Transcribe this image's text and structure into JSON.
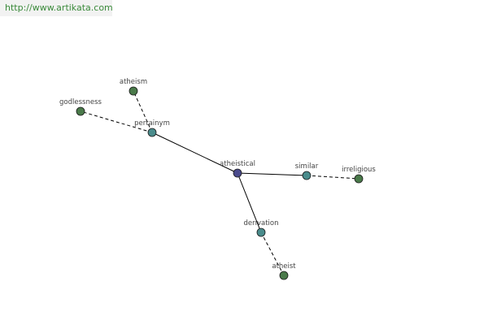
{
  "watermark": {
    "text": "http://www.artikata.com"
  },
  "colors": {
    "root": "#4a4a8c",
    "relation": "#4a8c8c",
    "leaf": "#4a7a4a",
    "edge": "#000000",
    "label": "#444444"
  },
  "graph": {
    "nodes": [
      {
        "id": "atheistical",
        "label": "atheistical",
        "kind": "root"
      },
      {
        "id": "pertainym",
        "label": "pertainym",
        "kind": "relation"
      },
      {
        "id": "similar",
        "label": "similar",
        "kind": "relation"
      },
      {
        "id": "derivation",
        "label": "derivation",
        "kind": "relation"
      },
      {
        "id": "atheism",
        "label": "atheism",
        "kind": "leaf"
      },
      {
        "id": "godlessness",
        "label": "godlessness",
        "kind": "leaf"
      },
      {
        "id": "irreligious",
        "label": "irreligious",
        "kind": "leaf"
      },
      {
        "id": "atheist",
        "label": "atheist",
        "kind": "leaf"
      }
    ],
    "edges": [
      {
        "from": "atheistical",
        "to": "pertainym",
        "style": "solid"
      },
      {
        "from": "atheistical",
        "to": "similar",
        "style": "solid"
      },
      {
        "from": "atheistical",
        "to": "derivation",
        "style": "solid"
      },
      {
        "from": "pertainym",
        "to": "atheism",
        "style": "dashed"
      },
      {
        "from": "pertainym",
        "to": "godlessness",
        "style": "dashed"
      },
      {
        "from": "similar",
        "to": "irreligious",
        "style": "dashed"
      },
      {
        "from": "derivation",
        "to": "atheist",
        "style": "dashed"
      }
    ]
  }
}
